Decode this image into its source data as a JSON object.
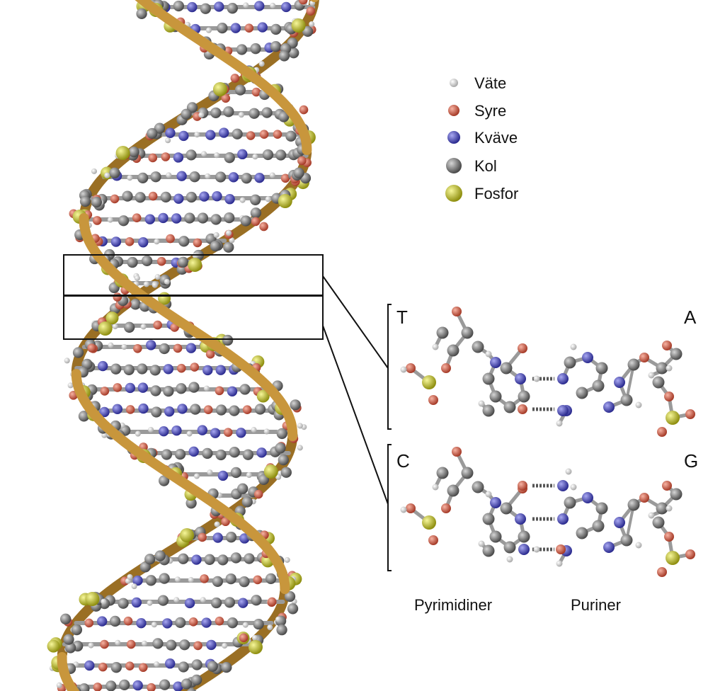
{
  "legend": {
    "items": [
      {
        "label": "Väte",
        "color": "#f2f2f2",
        "icon": "hydrogen-atom-icon"
      },
      {
        "label": "Syre",
        "color": "#e0705a",
        "icon": "oxygen-atom-icon"
      },
      {
        "label": "Kväve",
        "color": "#5a5ad2",
        "icon": "nitrogen-atom-icon"
      },
      {
        "label": "Kol",
        "color": "#8e8e8e",
        "icon": "carbon-atom-icon"
      },
      {
        "label": "Fosfor",
        "color": "#d8d840",
        "icon": "phosphorus-atom-icon"
      }
    ]
  },
  "pairs": {
    "top": {
      "left": "T",
      "right": "A"
    },
    "bottom": {
      "left": "C",
      "right": "G"
    }
  },
  "captions": {
    "pyrimidines": "Pyrimidiner",
    "purines": "Puriner"
  },
  "colors": {
    "backbone": "#c8963c",
    "backbone_dark": "#9a6f24",
    "hydrogen": "#f2f2f2",
    "oxygen": "#e0705a",
    "nitrogen": "#5a5ad2",
    "carbon": "#8e8e8e",
    "phosphorus": "#d8d840"
  }
}
